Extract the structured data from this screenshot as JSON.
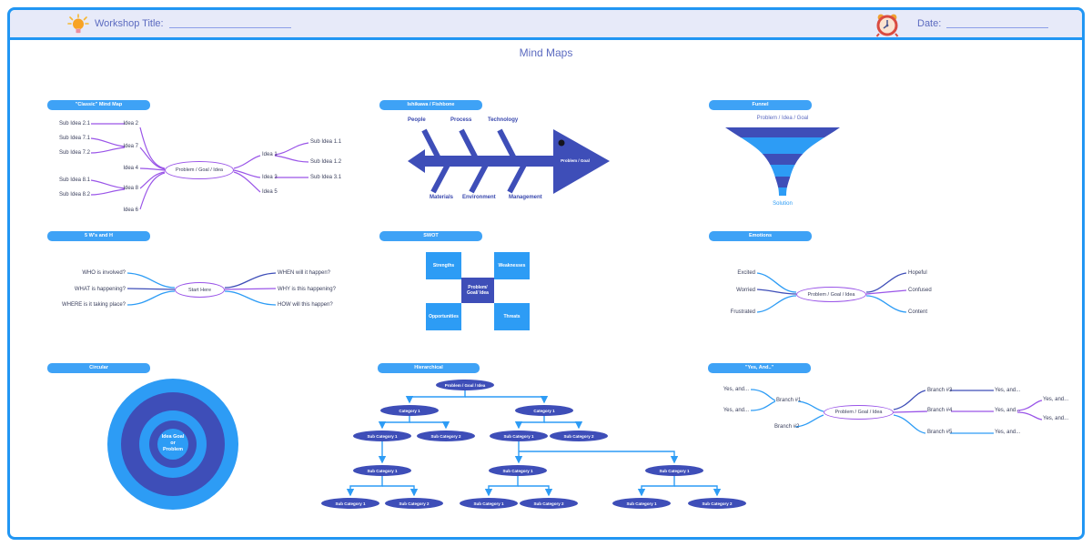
{
  "header": {
    "workshop_title_label": "Workshop Title:",
    "date_label": "Date:"
  },
  "title": "Mind Maps",
  "colors": {
    "frame_blue": "#2196F3",
    "badge_blue": "#3EA2F6",
    "light_blue": "#2D9CF5",
    "indigo": "#3E4EB8",
    "purple": "#9A55E8",
    "header_bg": "#E7EAF9",
    "header_text": "#5C6BC0"
  },
  "sections": {
    "classic": {
      "badge": "\"Classic\" Mind Map",
      "center": "Problem / Goal / Idea",
      "left": [
        "Sub Idea 2.1",
        "Idea 2",
        "Sub Idea 7.1",
        "Idea 7",
        "Sub Idea 7.2",
        "Idea 4",
        "Sub Idea 8.1",
        "Idea 8",
        "Sub Idea 8.2",
        "Idea 6"
      ],
      "right": [
        "Idea 1",
        "Sub Idea 1.1",
        "Sub Idea 1.2",
        "Idea 3",
        "Sub Idea 3.1",
        "Idea 5"
      ]
    },
    "fishbone": {
      "badge": "Ishikawa / Fishbone",
      "top_labels": [
        "People",
        "Process",
        "Technology"
      ],
      "bottom_labels": [
        "Materials",
        "Environment",
        "Management"
      ],
      "head": "Problem / Goal"
    },
    "funnel": {
      "badge": "Funnel",
      "top_label": "Problem / Idea / Goal",
      "bottom_label": "Solution"
    },
    "five_ws": {
      "badge": "5 W's and H",
      "center": "Start Here",
      "left": [
        "WHO is involved?",
        "WHAT is happening?",
        "WHERE is it taking place?"
      ],
      "right": [
        "WHEN will it happen?",
        "WHY is this happening?",
        "HOW will this happen?"
      ]
    },
    "swot": {
      "badge": "SWOT",
      "center": "Problem/ Goal/ Idea",
      "quadrants": [
        "Strengths",
        "Weaknesses",
        "Opportunities",
        "Threats"
      ]
    },
    "emotions": {
      "badge": "Emotions",
      "center": "Problem / Goal / Idea",
      "left": [
        "Excited",
        "Worried",
        "Frustrated"
      ],
      "right": [
        "Hopeful",
        "Confused",
        "Content"
      ]
    },
    "circular": {
      "badge": "Circular",
      "center_lines": [
        "Idea Goal",
        "or",
        "Problem"
      ]
    },
    "hierarchical": {
      "badge": "Hierarchical",
      "nodes": [
        "Problem / Goal / Idea",
        "Category 1",
        "Category 1",
        "Sub Category 1",
        "Sub Category 2",
        "Sub Category 1",
        "Sub Category 2",
        "Sub Category 1",
        "Sub Category 1",
        "Sub Category 1",
        "Sub Category 1",
        "Sub Category 2",
        "Sub Category 1",
        "Sub Category 2",
        "Sub Category 1",
        "Sub Category 2"
      ]
    },
    "yes_and": {
      "badge": "\"Yes, And..\"",
      "center": "Problem / Goal / Idea",
      "left_yes": [
        "Yes, and...",
        "Yes, and..."
      ],
      "left_branches": [
        "Branch #1",
        "Branch #2"
      ],
      "right_branches": [
        "Branch #3",
        "Branch #4",
        "Branch #5"
      ],
      "right_yes": [
        "Yes, and...",
        "Yes, and...",
        "Yes, and..."
      ],
      "split_yes": [
        "Yes, and...",
        "Yes, and..."
      ]
    }
  }
}
